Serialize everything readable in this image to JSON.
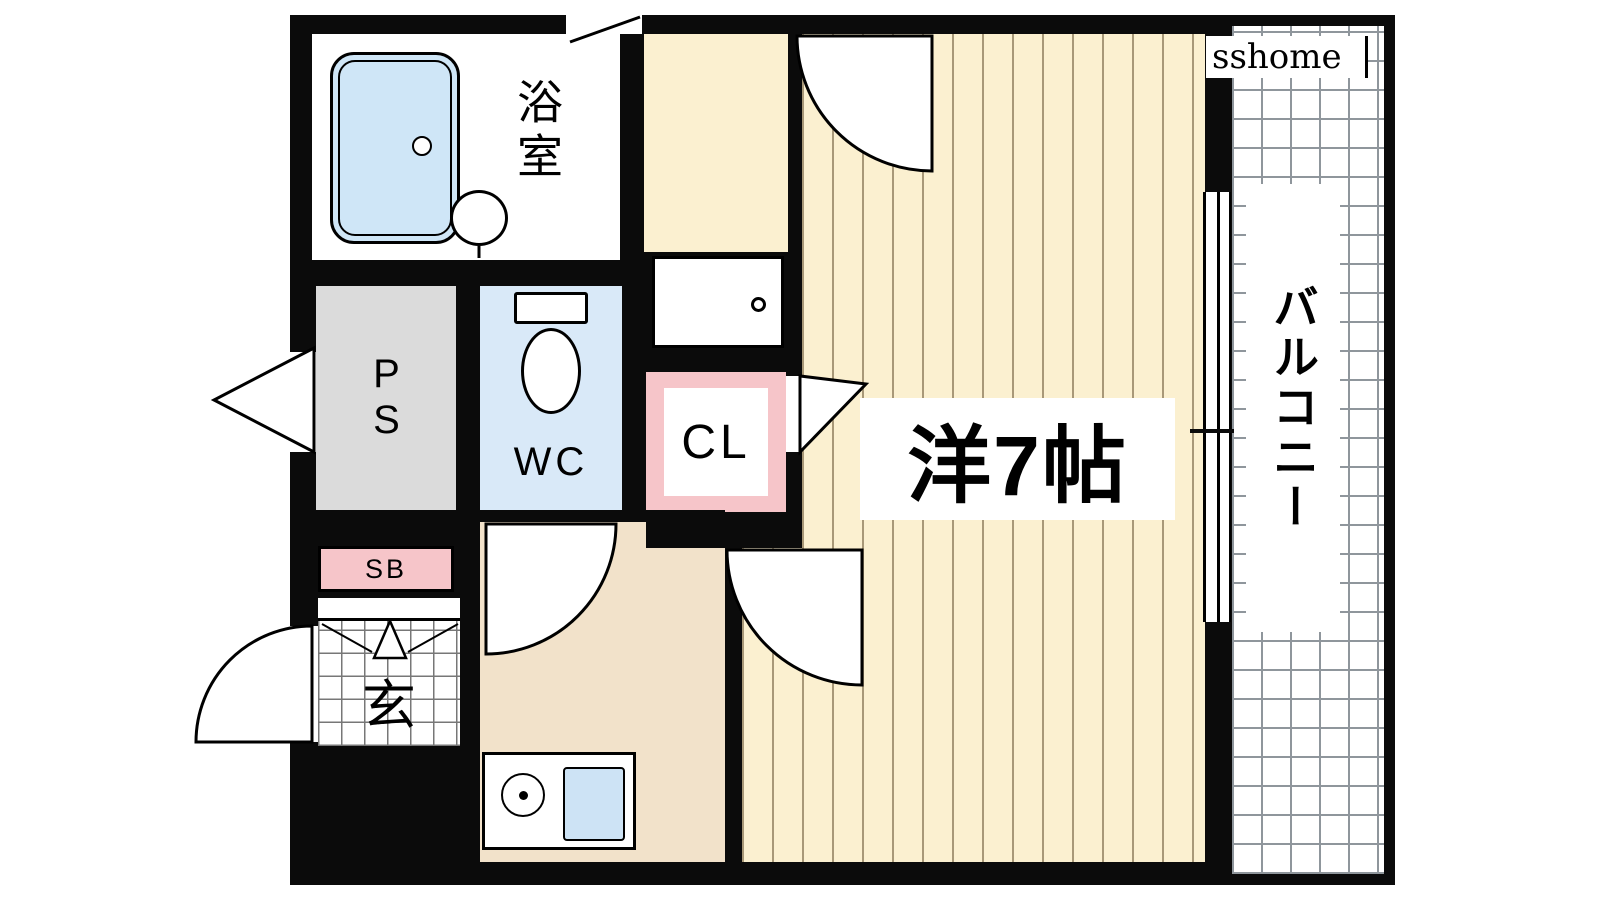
{
  "plan": {
    "watermark": "sshome",
    "rooms": {
      "bathroom": "浴室",
      "pipe_space": "PS",
      "toilet": "WC",
      "closet": "CL",
      "shoe_box": "SB",
      "entrance": "玄",
      "main_room": "洋7帖",
      "balcony": "バルコニー"
    }
  },
  "colors": {
    "wall": "#0b0b0b",
    "cream": "#fbf0d0",
    "stripe": "#a89878",
    "tan": "#f2e2ca",
    "pink": "#f6c5c9",
    "gray": "#dbdbdb",
    "wcblue": "#d9e9f8",
    "tubblue": "#cfe6f7",
    "sinkblue": "#cde3f5",
    "gridline": "#8f969c",
    "tileline": "#777777"
  }
}
